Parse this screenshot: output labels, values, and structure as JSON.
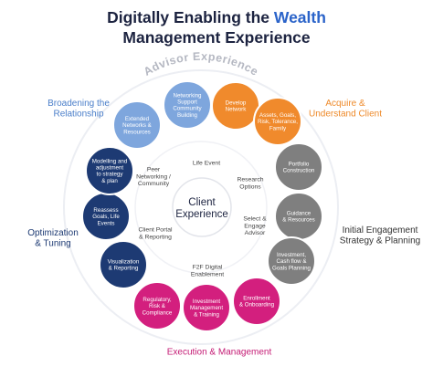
{
  "title": {
    "line1_prefix": "Digitally Enabling the ",
    "line1_accent": "Wealth",
    "line2": "Management Experience"
  },
  "arc_label": "Advisor Experience",
  "center_label": "Client Experience",
  "colors": {
    "blue": "#7ea6dd",
    "orange": "#f08a2c",
    "gray": "#7f7f7f",
    "magenta": "#d31f7e",
    "navy": "#1d3a73",
    "blue_text": "#4a7ec9",
    "orange_text": "#ee8a2a",
    "gray_text": "#333333",
    "magenta_text": "#c41a74",
    "navy_text": "#1d3a73"
  },
  "groups": [
    {
      "id": "broadening",
      "lines": [
        "Broadening the",
        "Relationship"
      ],
      "color_key": "blue_text"
    },
    {
      "id": "acquire",
      "lines": [
        "Acquire &",
        "Understand Client"
      ],
      "color_key": "orange_text"
    },
    {
      "id": "initial",
      "lines": [
        "Initial Engagement",
        "Strategy & Planning"
      ],
      "color_key": "gray_text"
    },
    {
      "id": "execution",
      "lines": [
        "Execution & Management"
      ],
      "color_key": "magenta_text"
    },
    {
      "id": "optimization",
      "lines": [
        "Optimization",
        "& Tuning"
      ],
      "color_key": "navy_text"
    }
  ],
  "nodes": [
    {
      "id": "networking",
      "lines": [
        "Networking",
        "Support",
        "Community",
        "Building"
      ],
      "color_key": "blue"
    },
    {
      "id": "develop-network",
      "lines": [
        "Develop",
        "Network"
      ],
      "color_key": "orange"
    },
    {
      "id": "assets-goals",
      "lines": [
        "Assets, Goals,",
        "Risk, Tolerance,",
        "Family"
      ],
      "color_key": "orange"
    },
    {
      "id": "portfolio",
      "lines": [
        "Portfolio",
        "Construction"
      ],
      "color_key": "gray"
    },
    {
      "id": "guidance",
      "lines": [
        "Guidance",
        "& Resources"
      ],
      "color_key": "gray"
    },
    {
      "id": "investment-cashflow",
      "lines": [
        "Investment,",
        "Cash flow &",
        "Goals Planning"
      ],
      "color_key": "gray"
    },
    {
      "id": "enrollment",
      "lines": [
        "Enrollment",
        "& Onboarding"
      ],
      "color_key": "magenta"
    },
    {
      "id": "investment-mgmt",
      "lines": [
        "Investment",
        "Management",
        "& Training"
      ],
      "color_key": "magenta"
    },
    {
      "id": "regulatory",
      "lines": [
        "Regulatory,",
        "Risk &",
        "Compliance"
      ],
      "color_key": "magenta"
    },
    {
      "id": "visualization",
      "lines": [
        "Visualization",
        "& Reporting"
      ],
      "color_key": "navy"
    },
    {
      "id": "reassess",
      "lines": [
        "Reassess",
        "Goals, Life",
        "Events"
      ],
      "color_key": "navy"
    },
    {
      "id": "modelling",
      "lines": [
        "Modelling and",
        "adjustment",
        "to strategy",
        "& plan"
      ],
      "color_key": "navy"
    },
    {
      "id": "extended-networks",
      "lines": [
        "Extended",
        "Networks &",
        "Resources"
      ],
      "color_key": "blue"
    }
  ],
  "inner_labels": [
    {
      "id": "life-event",
      "lines": [
        "Life Event"
      ]
    },
    {
      "id": "research-options",
      "lines": [
        "Research",
        "Options"
      ]
    },
    {
      "id": "select-engage",
      "lines": [
        "Select &",
        "Engage",
        "Advisor"
      ]
    },
    {
      "id": "f2f-digital",
      "lines": [
        "F2F Digital",
        "Enablement"
      ]
    },
    {
      "id": "client-portal",
      "lines": [
        "Client Portal",
        "& Reporting"
      ]
    },
    {
      "id": "peer-networking",
      "lines": [
        "Peer",
        "Networking /",
        "Community"
      ]
    }
  ]
}
